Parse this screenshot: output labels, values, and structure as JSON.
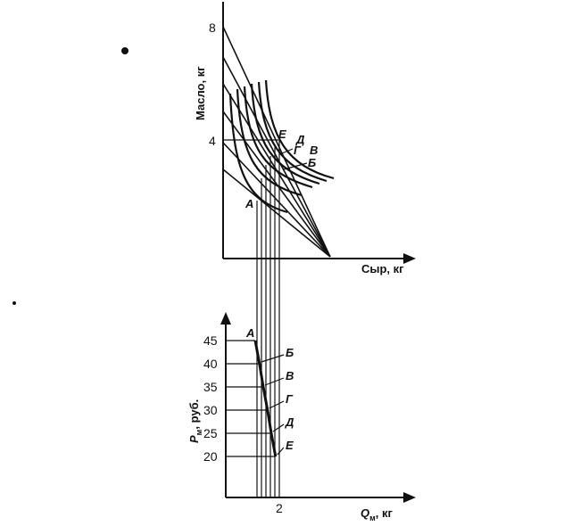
{
  "upper": {
    "ylabel": "Масло, кг",
    "xlabel": "Сыр, кг",
    "y_ticks": [
      "8",
      "4"
    ],
    "points": [
      "А",
      "Б",
      "В",
      "Г",
      "Д",
      "Е"
    ]
  },
  "lower": {
    "ylabel": "P",
    "ylabel_sub": "м",
    "ylabel_unit": ", руб.",
    "xlabel": "Q",
    "xlabel_sub": "м",
    "xlabel_unit": ", кг",
    "y_ticks": [
      "45",
      "40",
      "35",
      "30",
      "25",
      "20"
    ],
    "x_ticks": [
      "2"
    ],
    "points": [
      "А",
      "Б",
      "В",
      "Г",
      "Д",
      "Е"
    ]
  },
  "chart_data": {
    "type": "line",
    "series": [
      {
        "x": [
          1.55,
          1.63,
          1.7,
          1.78,
          1.85,
          1.93
        ],
        "y": [
          45,
          40,
          35,
          30,
          25,
          20
        ]
      }
    ],
    "y_ticks": [
      45,
      40,
      35,
      30,
      25,
      20
    ],
    "x_ticks": [
      2
    ],
    "grid": false
  }
}
